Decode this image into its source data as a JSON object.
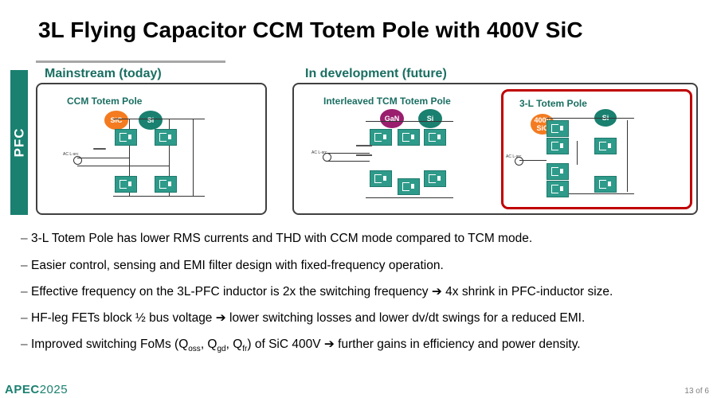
{
  "title": "3L Flying Capacitor CCM Totem Pole with 400V SiC",
  "side_label": "PFC",
  "sections": {
    "mainstream": {
      "label": "Mainstream (today)",
      "diagram_title": "CCM Totem Pole",
      "badges": [
        "SiC",
        "Si"
      ]
    },
    "development": {
      "label": "In development (future)",
      "tcm": {
        "title": "Interleaved TCM Totem Pole",
        "badges": [
          "GaN",
          "Si"
        ]
      },
      "three_level": {
        "title": "3-L Totem Pole",
        "badges": [
          "400V SiC",
          "Si"
        ]
      }
    }
  },
  "ac_source_label": "AC L-src",
  "bullets": [
    {
      "text": "3-L Totem Pole has lower RMS currents and THD with CCM mode compared to TCM mode."
    },
    {
      "text": "Easier control, sensing and EMI filter design with fixed-frequency operation."
    },
    {
      "text": "Effective frequency on the 3L-PFC inductor is 2x the switching frequency ➔ 4x shrink in PFC-inductor size."
    },
    {
      "text": "HF-leg FETs block ½ bus voltage ➔ lower switching losses and lower dv/dt swings for a reduced EMI."
    },
    {
      "pre": "Improved switching FoMs (Q",
      "s1": "oss",
      "m1": ", Q",
      "s2": "gd",
      "m2": ", Q",
      "s3": "fr",
      "post": ") of SiC 400V ➔ further gains in efficiency and power density."
    }
  ],
  "bullet_dash": "–",
  "footer": {
    "logo": "APEC",
    "year": "2025",
    "page": "13 of 6"
  },
  "colors": {
    "teal": "#1a8070",
    "sic_orange": "#f47b20",
    "gan_purple": "#9b1d6e",
    "si_teal": "#1a8070",
    "highlight_red": "#c00000"
  }
}
